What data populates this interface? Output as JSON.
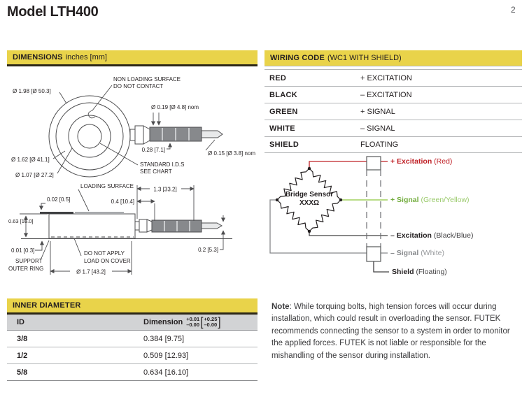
{
  "page": {
    "title": "Model LTH400",
    "page_number": "2"
  },
  "dimensions": {
    "header_bold": "DIMENSIONS",
    "header_rest": "inches [mm]",
    "labels": {
      "non_loading_1": "NON LOADING SURFACE",
      "non_loading_2": "DO NOT CONTACT",
      "dia_198": "Ø 1.98 [Ø 50.3]",
      "dia_019": "Ø 0.19 [Ø 4.8] nom",
      "dim_028": "0.28 [7.1]",
      "dia_015": "Ø 0.15 [Ø 3.8] nom",
      "dia_162": "Ø 1.62 [Ø 41.1]",
      "dia_107": "Ø 1.07 [Ø 27.2]",
      "std_ids_1": "STANDARD I.D.S",
      "std_ids_2": "SEE CHART",
      "loading_surface": "LOADING SURFACE",
      "dim_13": "1.3 [33.2]",
      "dim_04": "0.4 [10.4]",
      "dim_002": "0.02 [0.5]",
      "dim_063": "0.63 [16.0]",
      "dim_001": "0.01 [0.3]",
      "support_1": "SUPPORT",
      "support_2": "OUTER RING",
      "cover_1": "DO NOT APPLY",
      "cover_2": "LOAD ON COVER",
      "dia_17": "Ø 1.7 [43.2]",
      "dim_02": "0.2 [5.3]"
    }
  },
  "inner_diameter": {
    "header": "INNER DIAMETER",
    "col_id": "ID",
    "col_dimension": "Dimension",
    "tol_in_plus": "+0.01",
    "tol_in_minus": "–0.00",
    "tol_mm_plus": "+0.25",
    "tol_mm_minus": "–0.00",
    "rows": [
      {
        "id": "3/8",
        "dimension": "0.384 [9.75]"
      },
      {
        "id": "1/2",
        "dimension": "0.509 [12.93]"
      },
      {
        "id": "5/8",
        "dimension": "0.634 [16.10]"
      }
    ]
  },
  "wiring_code": {
    "header_bold": "WIRING CODE",
    "header_rest": "(WC1 WITH SHIELD)",
    "rows": [
      {
        "color": "RED",
        "signal": "+ EXCITATION"
      },
      {
        "color": "BLACK",
        "signal": "– EXCITATION"
      },
      {
        "color": "GREEN",
        "signal": "+ SIGNAL"
      },
      {
        "color": "WHITE",
        "signal": "– SIGNAL"
      },
      {
        "color": "SHIELD",
        "signal": "FLOATING"
      }
    ]
  },
  "wiring_diagram": {
    "bridge_line1": "Bridge Sensor",
    "bridge_line2": "XXXΩ",
    "labels": [
      {
        "name": "+ Excitation",
        "detail": "(Red)"
      },
      {
        "name": "+ Signal",
        "detail": "(Green/Yellow)"
      },
      {
        "name": "– Excitation",
        "detail": "(Black/Blue)"
      },
      {
        "name": "– Signal",
        "detail": "(White)"
      },
      {
        "name": "Shield",
        "detail": "(Floating)"
      }
    ],
    "colors": {
      "excitation_pos": "#bf2026",
      "signal_pos": "#8dc63f",
      "excitation_neg": "#414042",
      "signal_neg": "#87898c",
      "shield": "#414042",
      "accent_yellow": "#e9d34a"
    }
  },
  "note": {
    "label": "Note",
    "text": ": While torquing bolts, high tension forces will occur during installation, which could result in overloading the sensor. FUTEK recommends connecting the sensor to a system in order to monitor the applied forces. FUTEK is not liable or responsible for the mishandling of the sensor during installation."
  }
}
